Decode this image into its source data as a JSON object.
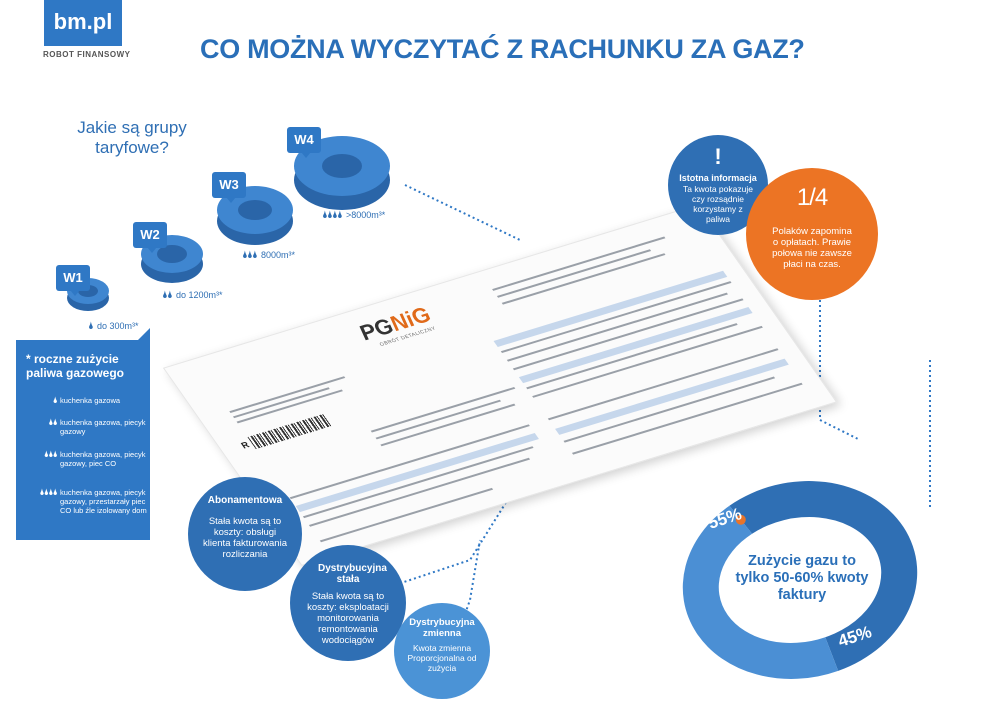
{
  "logo": {
    "name": "bm.pl",
    "subtitle": "ROBOT FINANSOWY"
  },
  "title": "CO MOŻNA WYCZYTAĆ Z RACHUNKU ZA GAZ?",
  "tariffs": {
    "question": "Jakie są grupy taryfowe?",
    "groups": [
      {
        "label": "W1",
        "caption": "do 300m³*",
        "flames": "🌢"
      },
      {
        "label": "W2",
        "caption": "do 1200m³*",
        "flames": "🌢🌢"
      },
      {
        "label": "W3",
        "caption": "8000m³*",
        "flames": "🌢🌢🌢"
      },
      {
        "label": "W4",
        "caption": ">8000m³*",
        "flames": "🌢🌢🌢🌢"
      }
    ]
  },
  "legend": {
    "title": "* roczne zużycie paliwa gazowego",
    "rows": [
      {
        "flames": "🌢",
        "text": "kuchenka gazowa"
      },
      {
        "flames": "🌢🌢",
        "text": "kuchenka gazowa, piecyk gazowy"
      },
      {
        "flames": "🌢🌢🌢",
        "text": "kuchenka gazowa, piecyk gazowy, piec CO"
      },
      {
        "flames": "🌢🌢🌢🌢",
        "text": "kuchenka gazowa, piecyk gazowy, przestarzały piec CO lub źle izolowany dom"
      }
    ]
  },
  "important": {
    "icon": "!",
    "title": "Istotna informacja",
    "text": "Ta kwota pokazuje czy rozsądnie korzystamy z paliwa"
  },
  "quarter": {
    "fraction": "1/4",
    "text": "Polaków zapomina o opłatach. Prawie połowa nie zawsze płaci na czas."
  },
  "bubbles": {
    "abonament": {
      "title": "Abonamentowa",
      "text": "Stała kwota są to koszty: obsługi klienta fakturowania rozliczania"
    },
    "dist_fixed": {
      "title": "Dystrybucyjna stała",
      "text": "Stała kwota są to koszty: eksploatacji monitorowania remontowania wodociągów"
    },
    "dist_var": {
      "title": "Dystrybucyjna zmienna",
      "text": "Kwota zmienna Proporcjonalna od zużycia"
    }
  },
  "bill": {
    "brand_a": "PG",
    "brand_b": "NiG",
    "brand_sub": "OBRÓT DETALICZNY",
    "rmark": "R"
  },
  "donut": {
    "text": "Zużycie gazu to tylko 50-60% kwoty faktury",
    "pct_top": "55%",
    "pct_bottom": "45%",
    "share_top": 0.55,
    "colors": {
      "dark": "#2f6fb4",
      "light": "#4b8fd4",
      "accent": "#e8742a"
    }
  }
}
